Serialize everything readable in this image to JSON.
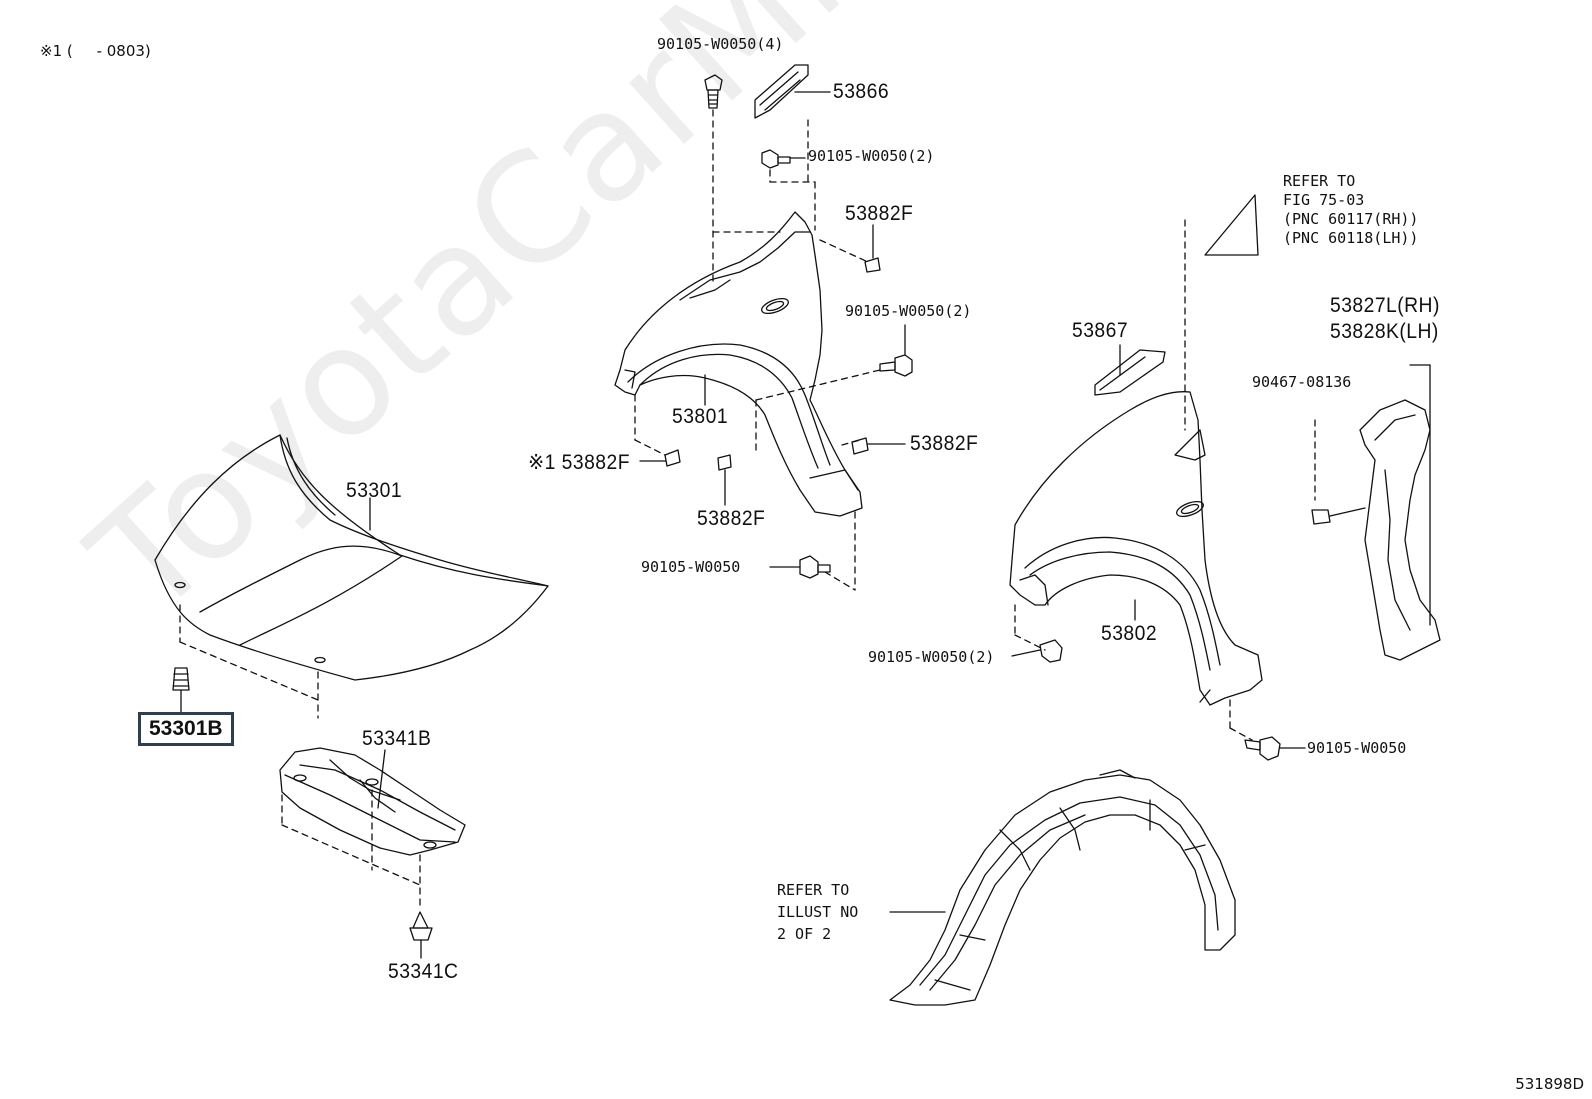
{
  "watermark": "ToyotaCarMine.ru",
  "footnote": "※1 (     ‐ 0803)",
  "diagram_code": "531898D",
  "parts": {
    "p90105_W0050_4": "90105-W0050(4)",
    "p53866": "53866",
    "p90105_W0050_2_top": "90105-W0050(2)",
    "p53882F_top": "53882F",
    "p90105_W0050_2_mid": "90105-W0050(2)",
    "p53867": "53867",
    "p53801": "53801",
    "p53882F_note": "※1 53882F",
    "p53882F_right": "53882F",
    "p53882F_bottom": "53882F",
    "p90105_W0050_left": "90105-W0050",
    "p53301": "53301",
    "p53301B": "53301B",
    "p53341B": "53341B",
    "p53341C": "53341C",
    "p53802": "53802",
    "p90105_W0050_2_low": "90105-W0050(2)",
    "p90105_W0050_right": "90105-W0050",
    "p53827L": "53827L(RH)",
    "p53828K": "53828K(LH)",
    "p90467_08136": "90467-08136"
  },
  "refer_fig": {
    "line1": "REFER TO",
    "line2": "FIG 75-03",
    "line3": "(PNC 60117(RH))",
    "line4": "(PNC 60118(LH))"
  },
  "refer_illust": {
    "line1": "REFER TO",
    "line2": "ILLUST NO",
    "line3": "2 OF 2"
  }
}
